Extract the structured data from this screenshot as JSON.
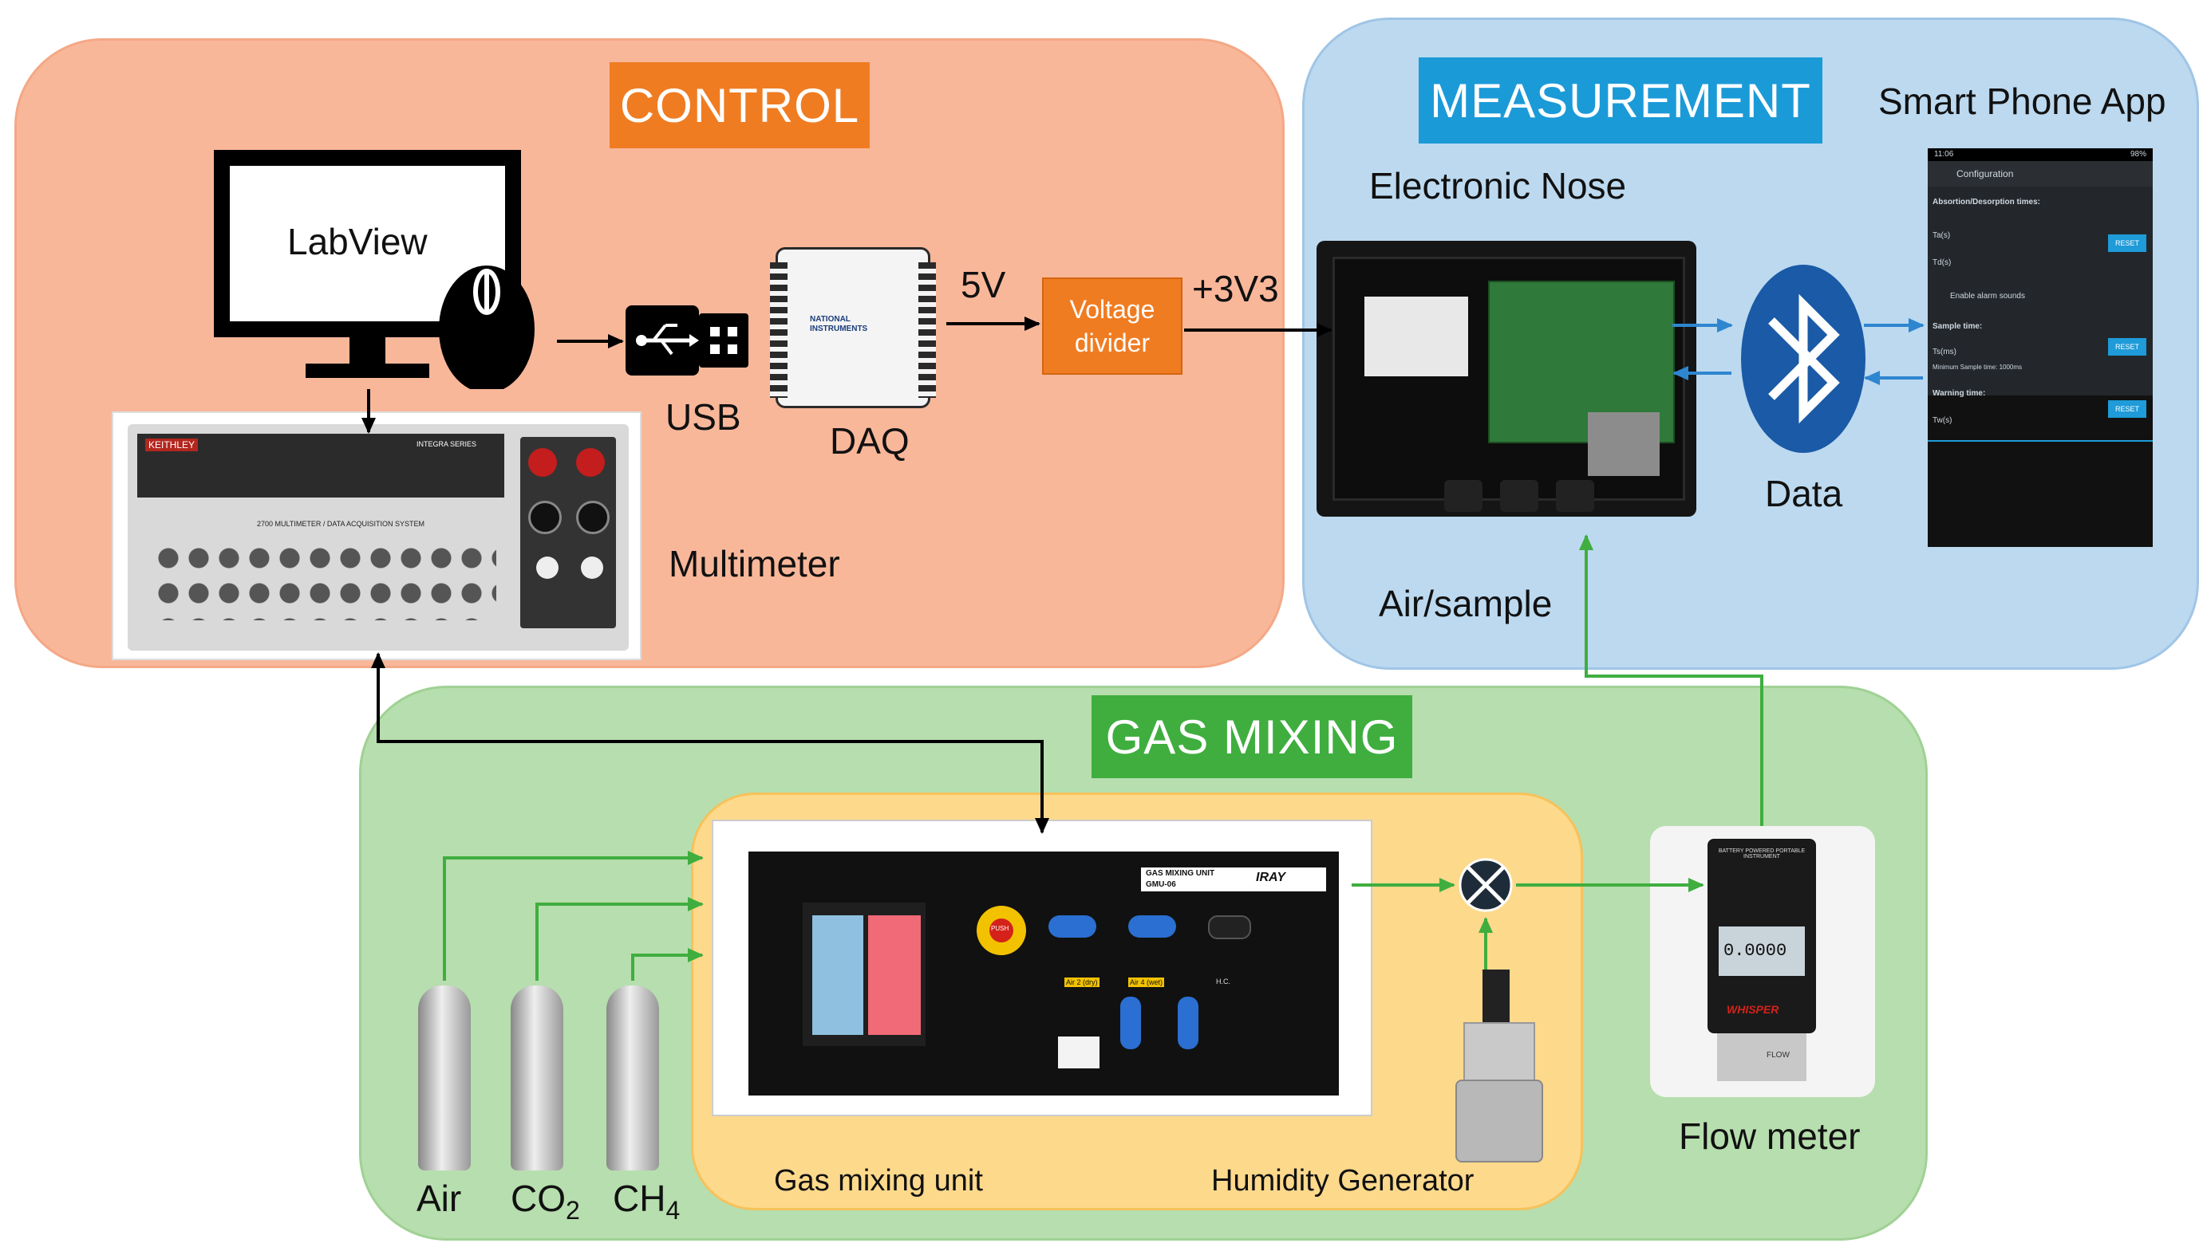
{
  "colors": {
    "control_bg": "#f9b79a",
    "control_title": "#f07c22",
    "measurement_bg": "#bcd9ef",
    "measurement_title": "#1b9ad8",
    "gasmixing_bg": "#b7deae",
    "gasmixing_title": "#3fae3f",
    "mixing_unit_bg": "#fdd98c",
    "voltage_box": "#f07c22",
    "bluetooth": "#1a5aa6",
    "green_arrow": "#3fae3f",
    "blue_arrow": "#2e86d0"
  },
  "sections": {
    "control": "CONTROL",
    "measurement": "MEASUREMENT",
    "gas_mixing": "GAS MIXING"
  },
  "control": {
    "computer_label": "LabView",
    "usb_label": "USB",
    "daq_label": "DAQ",
    "voltage_in": "5V",
    "voltage_box_line1": "Voltage",
    "voltage_box_line2": "divider",
    "voltage_out": "+3V3",
    "multimeter_label": "Multimeter",
    "multimeter_brand": "KEITHLEY",
    "multimeter_series": "INTEGRA SERIES",
    "multimeter_model": "2700 MULTIMETER / DATA ACQUISITION SYSTEM",
    "daq_brand_line1": "NATIONAL",
    "daq_brand_line2": "INSTRUMENTS"
  },
  "measurement": {
    "enose_label": "Electronic Nose",
    "phone_label": "Smart Phone App",
    "data_label": "Data",
    "air_sample_label": "Air/sample",
    "phone_screen": {
      "time": "11:06",
      "battery": "98%",
      "header": "Configuration",
      "section1": "Absortion/Desorption times:",
      "field1a": "Ta(s)",
      "field1b": "Td(s)",
      "checkbox": "Enable alarm sounds",
      "section2": "Sample time:",
      "field2": "Ts(ms)",
      "hint2": "Minimum Sample time: 1000ms",
      "section3": "Warning time:",
      "field3": "Tw(s)",
      "reset": "RESET"
    }
  },
  "gas_mixing": {
    "cylinders": [
      {
        "label": "Air",
        "sub": ""
      },
      {
        "label": "CO",
        "sub": "2"
      },
      {
        "label": "CH",
        "sub": "4"
      }
    ],
    "mixing_unit_label": "Gas mixing unit",
    "humidity_label": "Humidity Generator",
    "flow_meter_label": "Flow meter",
    "panel_brand": "GAS MIXING UNIT",
    "panel_model": "GMU-06",
    "panel_logo": "IRAY",
    "push_label": "PUSH",
    "valve_labels": [
      "Air 2 (dry)",
      "Air 4 (wet)",
      "H.C."
    ],
    "flow_meter_brand": "WHISPER",
    "flow_meter_reading": "0.0000",
    "flow_meter_top": "BATTERY POWERED PORTABLE INSTRUMENT",
    "flow_meter_flow": "FLOW"
  }
}
